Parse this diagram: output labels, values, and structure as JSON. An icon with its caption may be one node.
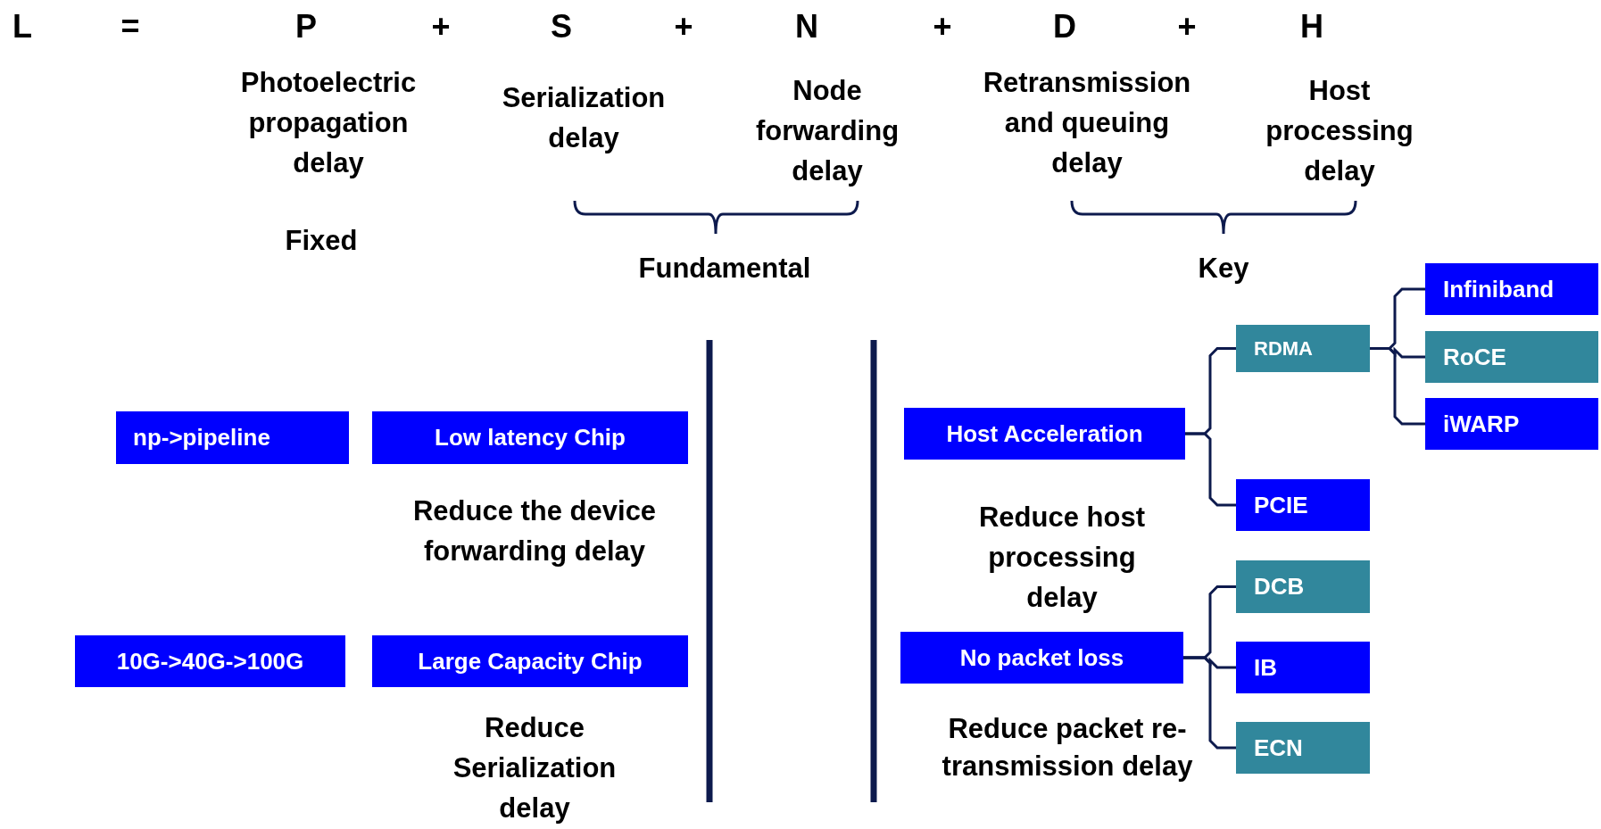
{
  "diagram": {
    "nodes": [
      {
        "text": [
          "np->pipeline"
        ]
      },
      {
        "text": [
          "Low latency Chip"
        ]
      },
      {
        "text": [
          "10G->40G->100G"
        ]
      },
      {
        "text": [
          "Large Capacity Chip"
        ]
      },
      {
        "text": [
          "Host Acceleration"
        ]
      },
      {
        "text": [
          "RDMA"
        ]
      },
      {
        "text": [
          "PCIE"
        ]
      },
      {
        "text": [
          "Infiniband"
        ]
      },
      {
        "text": [
          "RoCE"
        ]
      },
      {
        "text": [
          "iWARP"
        ]
      },
      {
        "text": [
          "No packet loss"
        ]
      },
      {
        "text": [
          "DCB"
        ]
      },
      {
        "text": [
          "IB"
        ]
      },
      {
        "text": [
          "ECN"
        ]
      }
    ],
    "edges": [
      {
        "from": 4,
        "to": 5,
        "arrow": "none"
      },
      {
        "from": 4,
        "to": 6,
        "arrow": "none"
      },
      {
        "from": 5,
        "to": 7,
        "arrow": "none"
      },
      {
        "from": 5,
        "to": 8,
        "arrow": "none"
      },
      {
        "from": 5,
        "to": 9,
        "arrow": "none"
      },
      {
        "from": 10,
        "to": 11,
        "arrow": "none"
      },
      {
        "from": 10,
        "to": 12,
        "arrow": "none"
      },
      {
        "from": 10,
        "to": 13,
        "arrow": "none"
      }
    ],
    "labels": [
      "L",
      "=",
      "P",
      "+",
      "S",
      "+",
      "N",
      "+",
      "D",
      "+",
      "H",
      "Photoelectric propagation delay",
      "Serialization delay",
      "Node forwarding delay",
      "Retransmission and queuing delay",
      "Host processing delay",
      "Fixed",
      "Fundamental",
      "Key",
      "Reduce the device forwarding delay",
      "Reduce host processing delay",
      "Reduce Serialization delay",
      "Reduce packet re-transmission delay"
    ]
  }
}
